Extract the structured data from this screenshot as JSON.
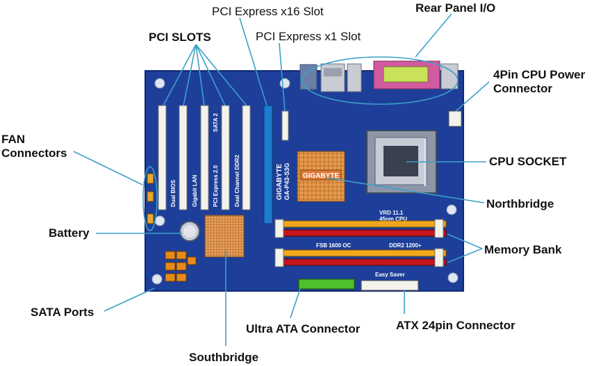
{
  "labels": {
    "pci_x16": "PCI Express x16 Slot",
    "rear_panel": "Rear Panel I/O",
    "pci_slots": "PCI SLOTS",
    "pci_x1": "PCI Express x1 Slot",
    "cpu_power_line1": "4Pin CPU Power",
    "cpu_power_line2": "Connector",
    "fan_line1": "FAN",
    "fan_line2": "Connectors",
    "cpu_socket": "CPU SOCKET",
    "northbridge": "Northbridge",
    "battery": "Battery",
    "memory_bank": "Memory Bank",
    "sata_ports": "SATA Ports",
    "ultra_ata": "Ultra ATA Connector",
    "atx_24pin": "ATX 24pin Connector",
    "southbridge": "Southbridge"
  },
  "board_text": {
    "brand": "GIGABYTE",
    "model": "GA-P43-S3G",
    "vrd": "VRD 11.1",
    "nm": "45nm CPU",
    "fsb": "FSB 1600 OC",
    "ddr2": "DDR2 1200+",
    "easy_saver": "Easy Saver",
    "vertical_labels": [
      "Dual BIOS",
      "Gigabit LAN",
      "PCI Express 2.0",
      "SATA 2",
      "Dual Channel DDR2"
    ]
  },
  "colors": {
    "board_blue": "#1d3f9a",
    "board_dark": "#0f2a73",
    "leader_line": "#3aa0c8",
    "heatsink": "#d98a3d",
    "dimm_red": "#c4171d",
    "dimm_yellow": "#f2a81c",
    "ide_green": "#4fbf2a",
    "connector_white": "#f3f3ec",
    "sata_orange": "#e88a1a"
  }
}
